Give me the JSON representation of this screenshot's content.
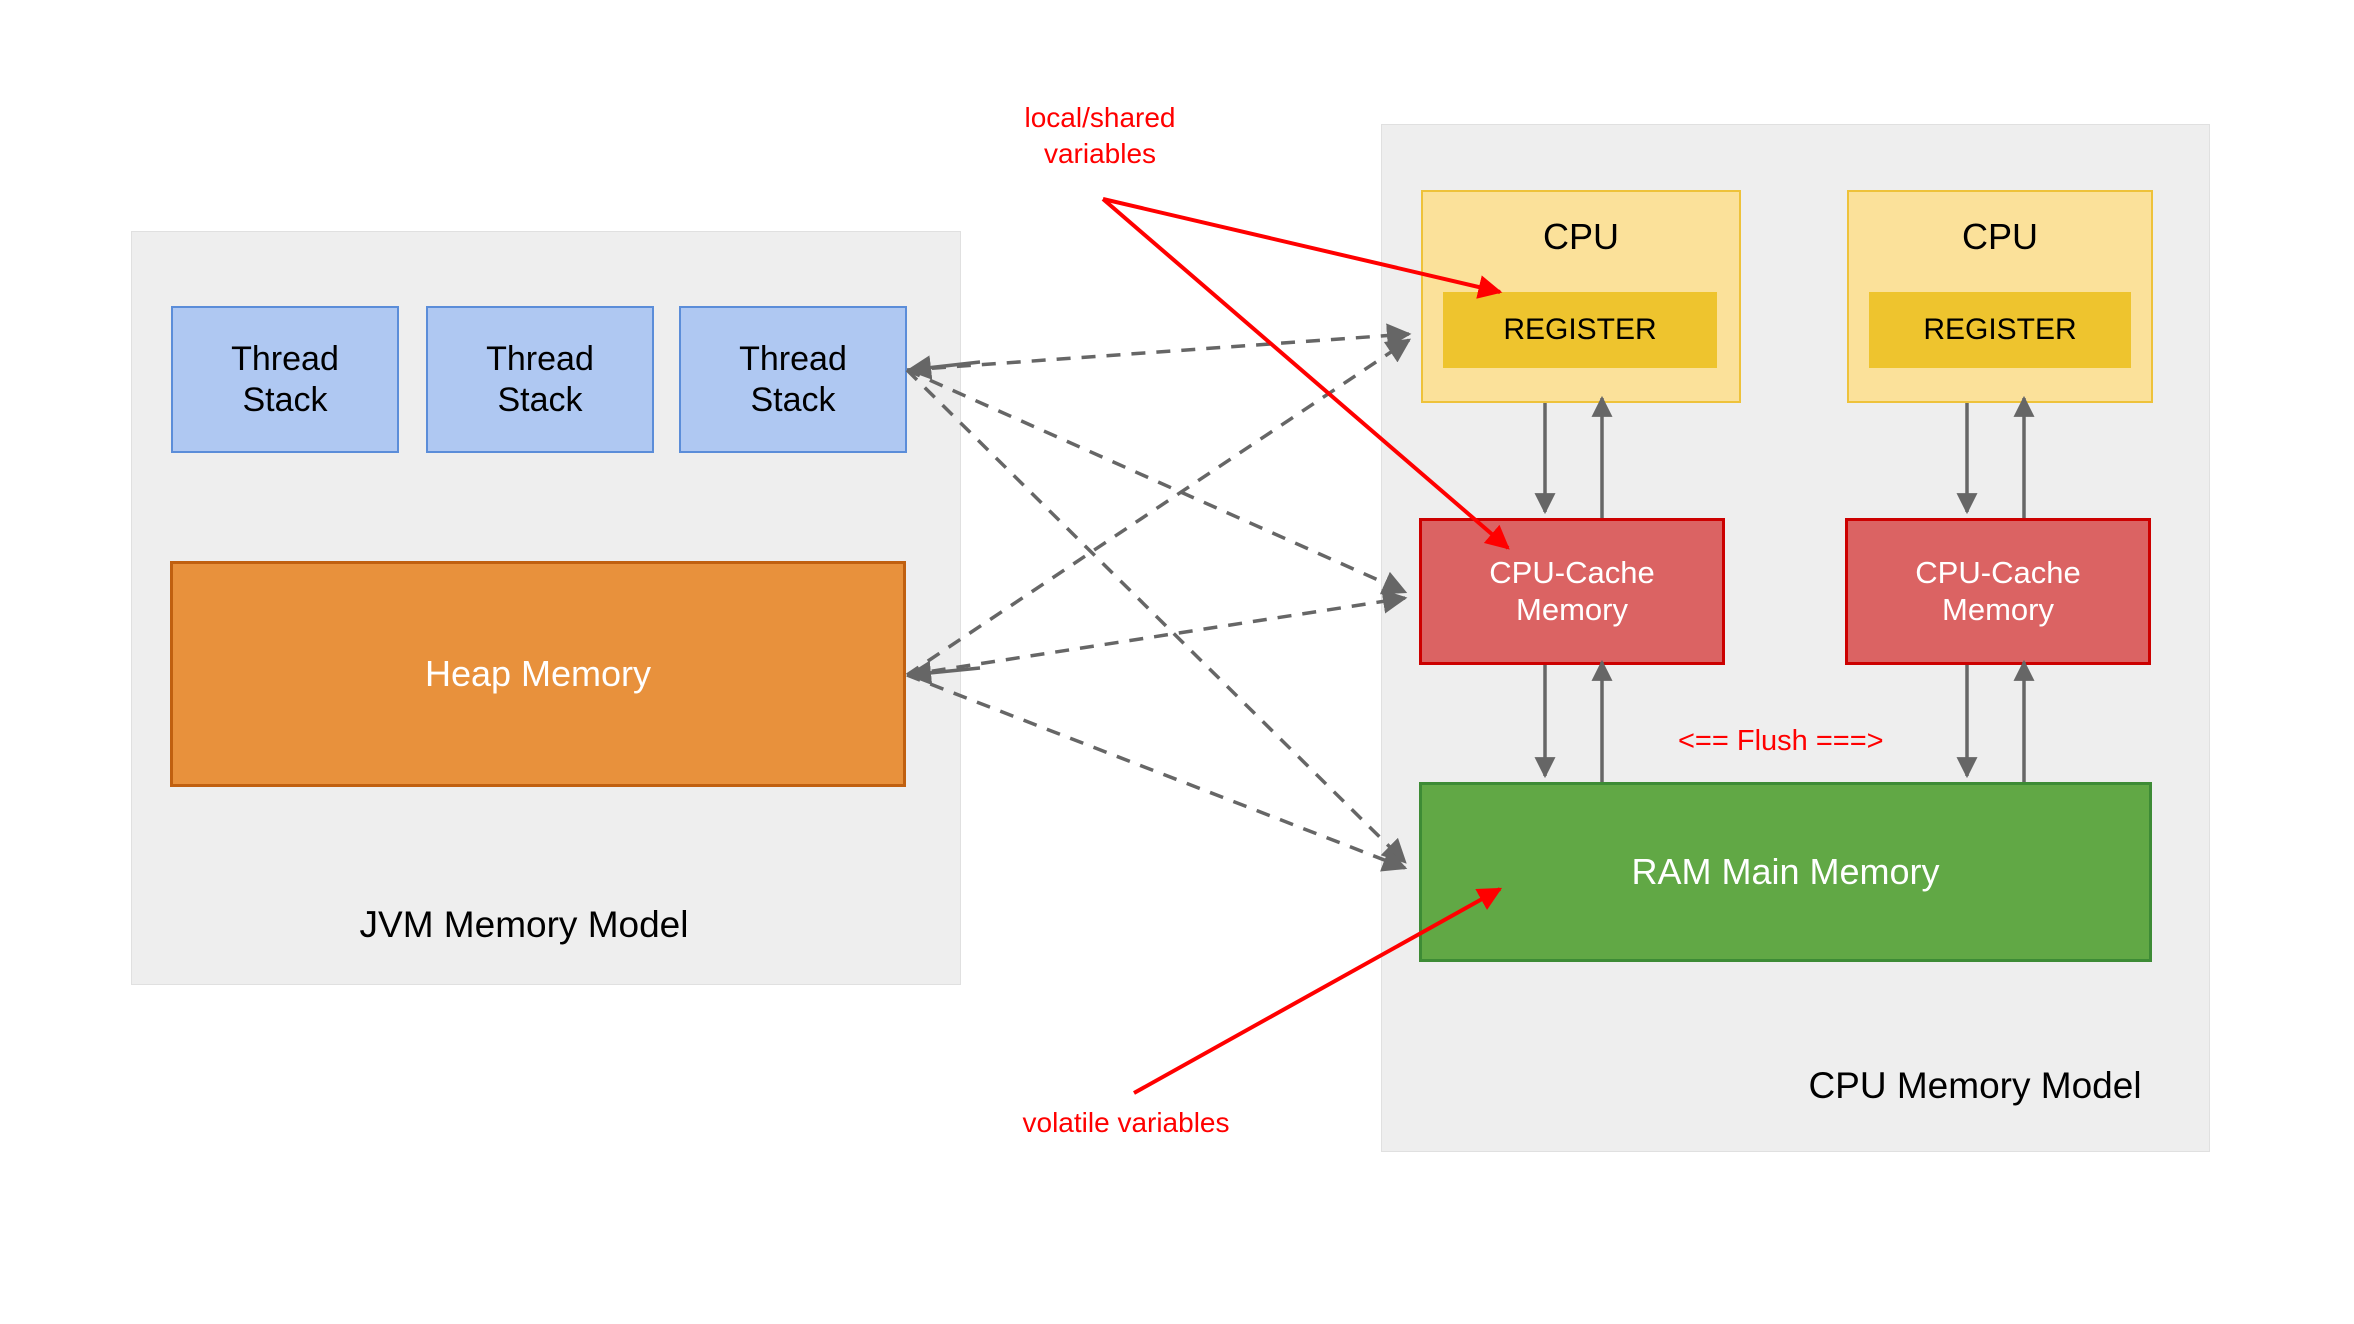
{
  "diagram": {
    "title_left": "JVM Memory Model",
    "title_right": "CPU Memory Model"
  },
  "jvm_panel": {
    "label": "JVM Memory Model",
    "thread_stacks": [
      {
        "line1": "Thread",
        "line2": "Stack"
      },
      {
        "line1": "Thread",
        "line2": "Stack"
      },
      {
        "line1": "Thread",
        "line2": "Stack"
      }
    ],
    "heap": {
      "label": "Heap Memory"
    }
  },
  "cpu_panel": {
    "label": "CPU Memory Model",
    "cores": [
      {
        "cpu_label": "CPU",
        "register_label": "REGISTER",
        "cache_line1": "CPU-Cache",
        "cache_line2": "Memory"
      },
      {
        "cpu_label": "CPU",
        "register_label": "REGISTER",
        "cache_line1": "CPU-Cache",
        "cache_line2": "Memory"
      }
    ],
    "ram": {
      "label": "RAM Main Memory"
    },
    "flush_label": "<== Flush ===>"
  },
  "annotations": {
    "local_shared": "local/shared\nvariables",
    "volatile": "volatile variables"
  },
  "colors": {
    "panel_bg": "#eeeeee",
    "thread_stack_fill": "#afc8f2",
    "thread_stack_border": "#5b8dd9",
    "heap_fill": "#e8913c",
    "heap_border": "#c06010",
    "cpu_fill": "#fbe19a",
    "cpu_border": "#eec23a",
    "register_fill": "#eec42e",
    "cache_fill": "#db6363",
    "cache_border": "#cc0000",
    "ram_fill": "#61a845",
    "ram_border": "#3d8b35",
    "annotation_red": "#ff0000",
    "connector_gray": "#666666"
  }
}
